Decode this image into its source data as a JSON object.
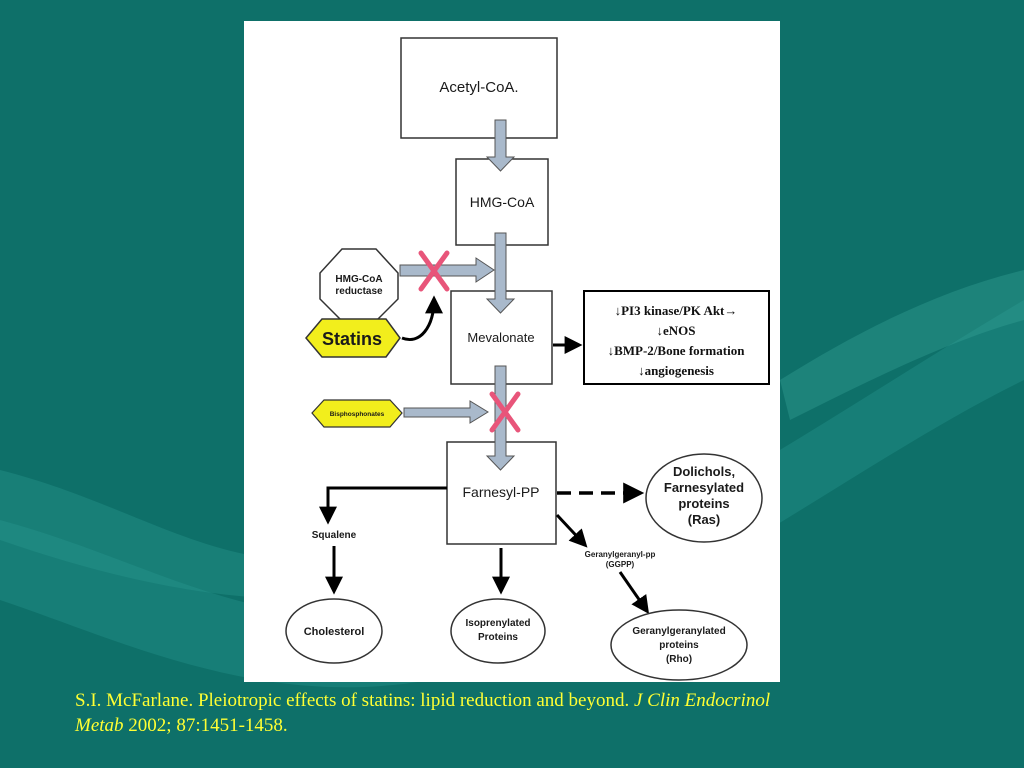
{
  "diagram": {
    "nodes": {
      "acetyl_coa": "Acetyl-CoA.",
      "hmg_coa": "HMG-CoA",
      "mevalonate": "Mevalonate",
      "farnesyl_pp": "Farnesyl-PP",
      "hmg_coa_reductase": [
        "HMG-CoA",
        "reductase"
      ],
      "statins": "Statins",
      "bisphosphonates": "Bisphosphonates",
      "squalene": "Squalene",
      "cholesterol": "Cholesterol",
      "isoprenylated_proteins": [
        "Isoprenylated",
        "Proteins"
      ],
      "dolichols": [
        "Dolichols,",
        "Farnesylated",
        "proteins",
        "(Ras)"
      ],
      "geranylgeranyl_pp": [
        "Geranylgeranyl-pp",
        "(GGPP)"
      ],
      "geranylgeranylated_proteins": [
        "Geranylgeranylated",
        "proteins",
        "(Rho)"
      ]
    },
    "effects_box": [
      "↓PI3 kinase/PK Akt→",
      "↓eNOS",
      "↓BMP-2/Bone formation",
      "↓angiogenesis"
    ],
    "colors": {
      "inhibitor_fill": "#f2ee1c",
      "inhibition_mark": "#e8557a",
      "flow_arrow": "#a9b9cb",
      "background": "#0e7069",
      "citation_text": "#ffff33"
    }
  },
  "citation": {
    "authors_title": "S.I. McFarlane. Pleiotropic effects of statins: lipid reduction and beyond. ",
    "journal_line1": "J Clin Endocrinol",
    "journal_line2": "Metab",
    "details": " 2002; 87:1451-1458."
  }
}
